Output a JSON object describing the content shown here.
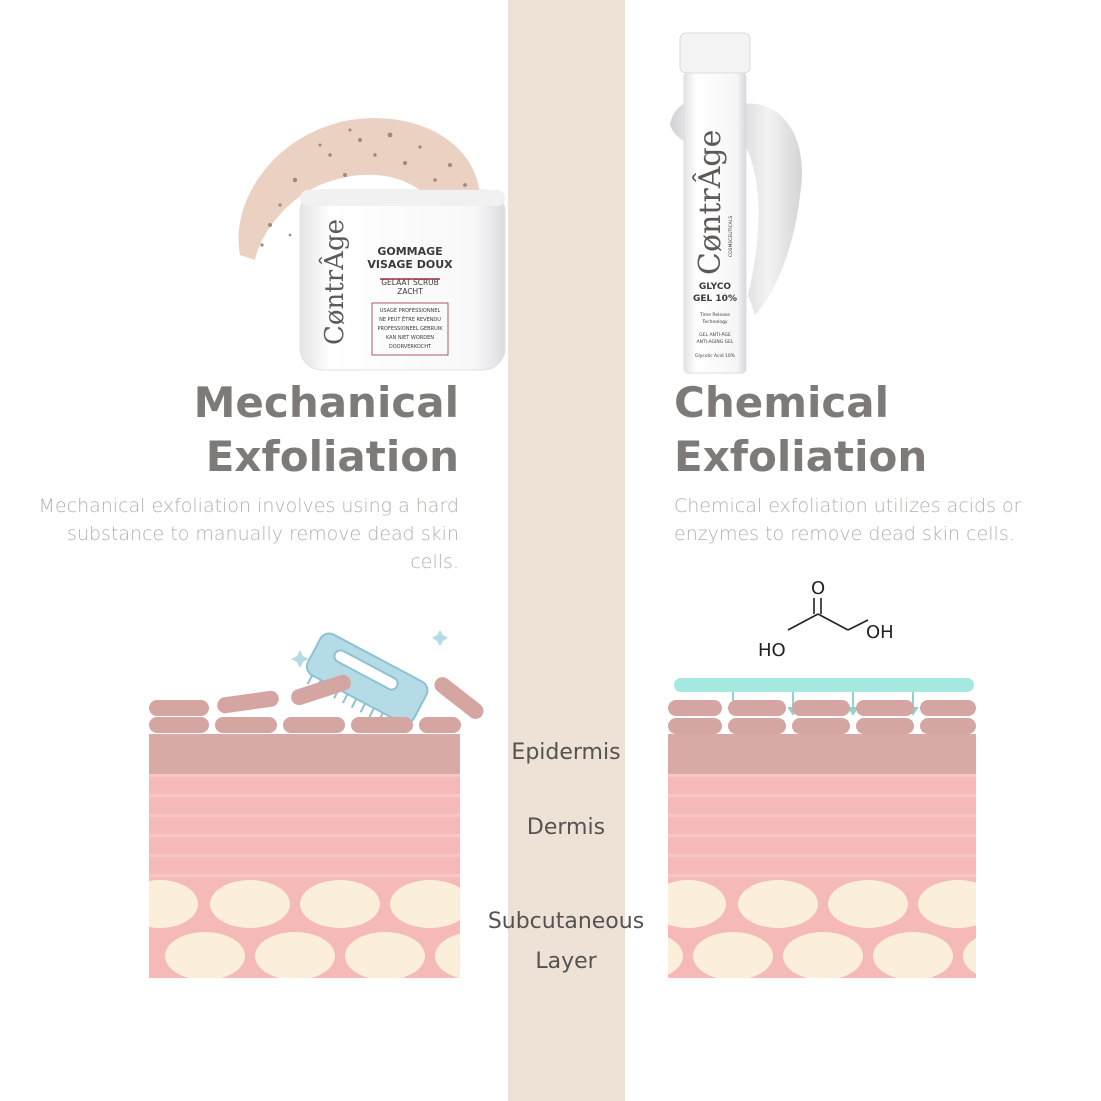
{
  "mechanical": {
    "heading_line1": "Mechanical",
    "heading_line2": "Exfoliation",
    "description": "Mechanical exfoliation involves using a hard substance to manually remove dead skin cells.",
    "product": {
      "brand": "CøntrÂge",
      "name_line1": "GOMMAGE",
      "name_line2": "VISAGE DOUX",
      "sub_line1": "GELAAT SCRUB",
      "sub_line2": "ZACHT",
      "notice_line1": "USAGE PROFESSIONNEL",
      "notice_line2": "NE PEUT ÊTRE REVENDU",
      "notice_line3": "PROFESSIONEEL GEBRUIK",
      "notice_line4": "KAN NIET WORDEN",
      "notice_line5": "DOORVERKOCHT"
    }
  },
  "chemical": {
    "heading_line1": "Chemical",
    "heading_line2": "Exfoliation",
    "description": "Chemical exfoliation utilizes acids or enzymes to remove dead skin cells.",
    "product": {
      "brand": "CøntrÂge",
      "tagline": "COSMECEUTICALS",
      "name_line1": "GLYCO",
      "name_line2": "GEL 10%",
      "tech_line1": "Time Release",
      "tech_line2": "Technology",
      "sub_line1": "GEL ANTI-ÂGE",
      "sub_line2": "ANTI-AGING GEL",
      "acid": "Glycolic Acid 10%"
    },
    "molecule": {
      "left_group": "HO",
      "top_atom": "O",
      "right_group": "OH"
    }
  },
  "layers": {
    "epidermis": "Epidermis",
    "dermis": "Dermis",
    "subcutaneous_line1": "Subcutaneous",
    "subcutaneous_line2": "Layer"
  },
  "colors": {
    "stripe": "#ede2d5",
    "heading": "#7d7a77",
    "description": "#b2afac",
    "epidermis": "#d9a9a6",
    "dermis": "#f4b9b8",
    "fat_cell": "#fcefd9",
    "brush": "#b4dbe6",
    "acid_film": "#a5e8e0"
  }
}
